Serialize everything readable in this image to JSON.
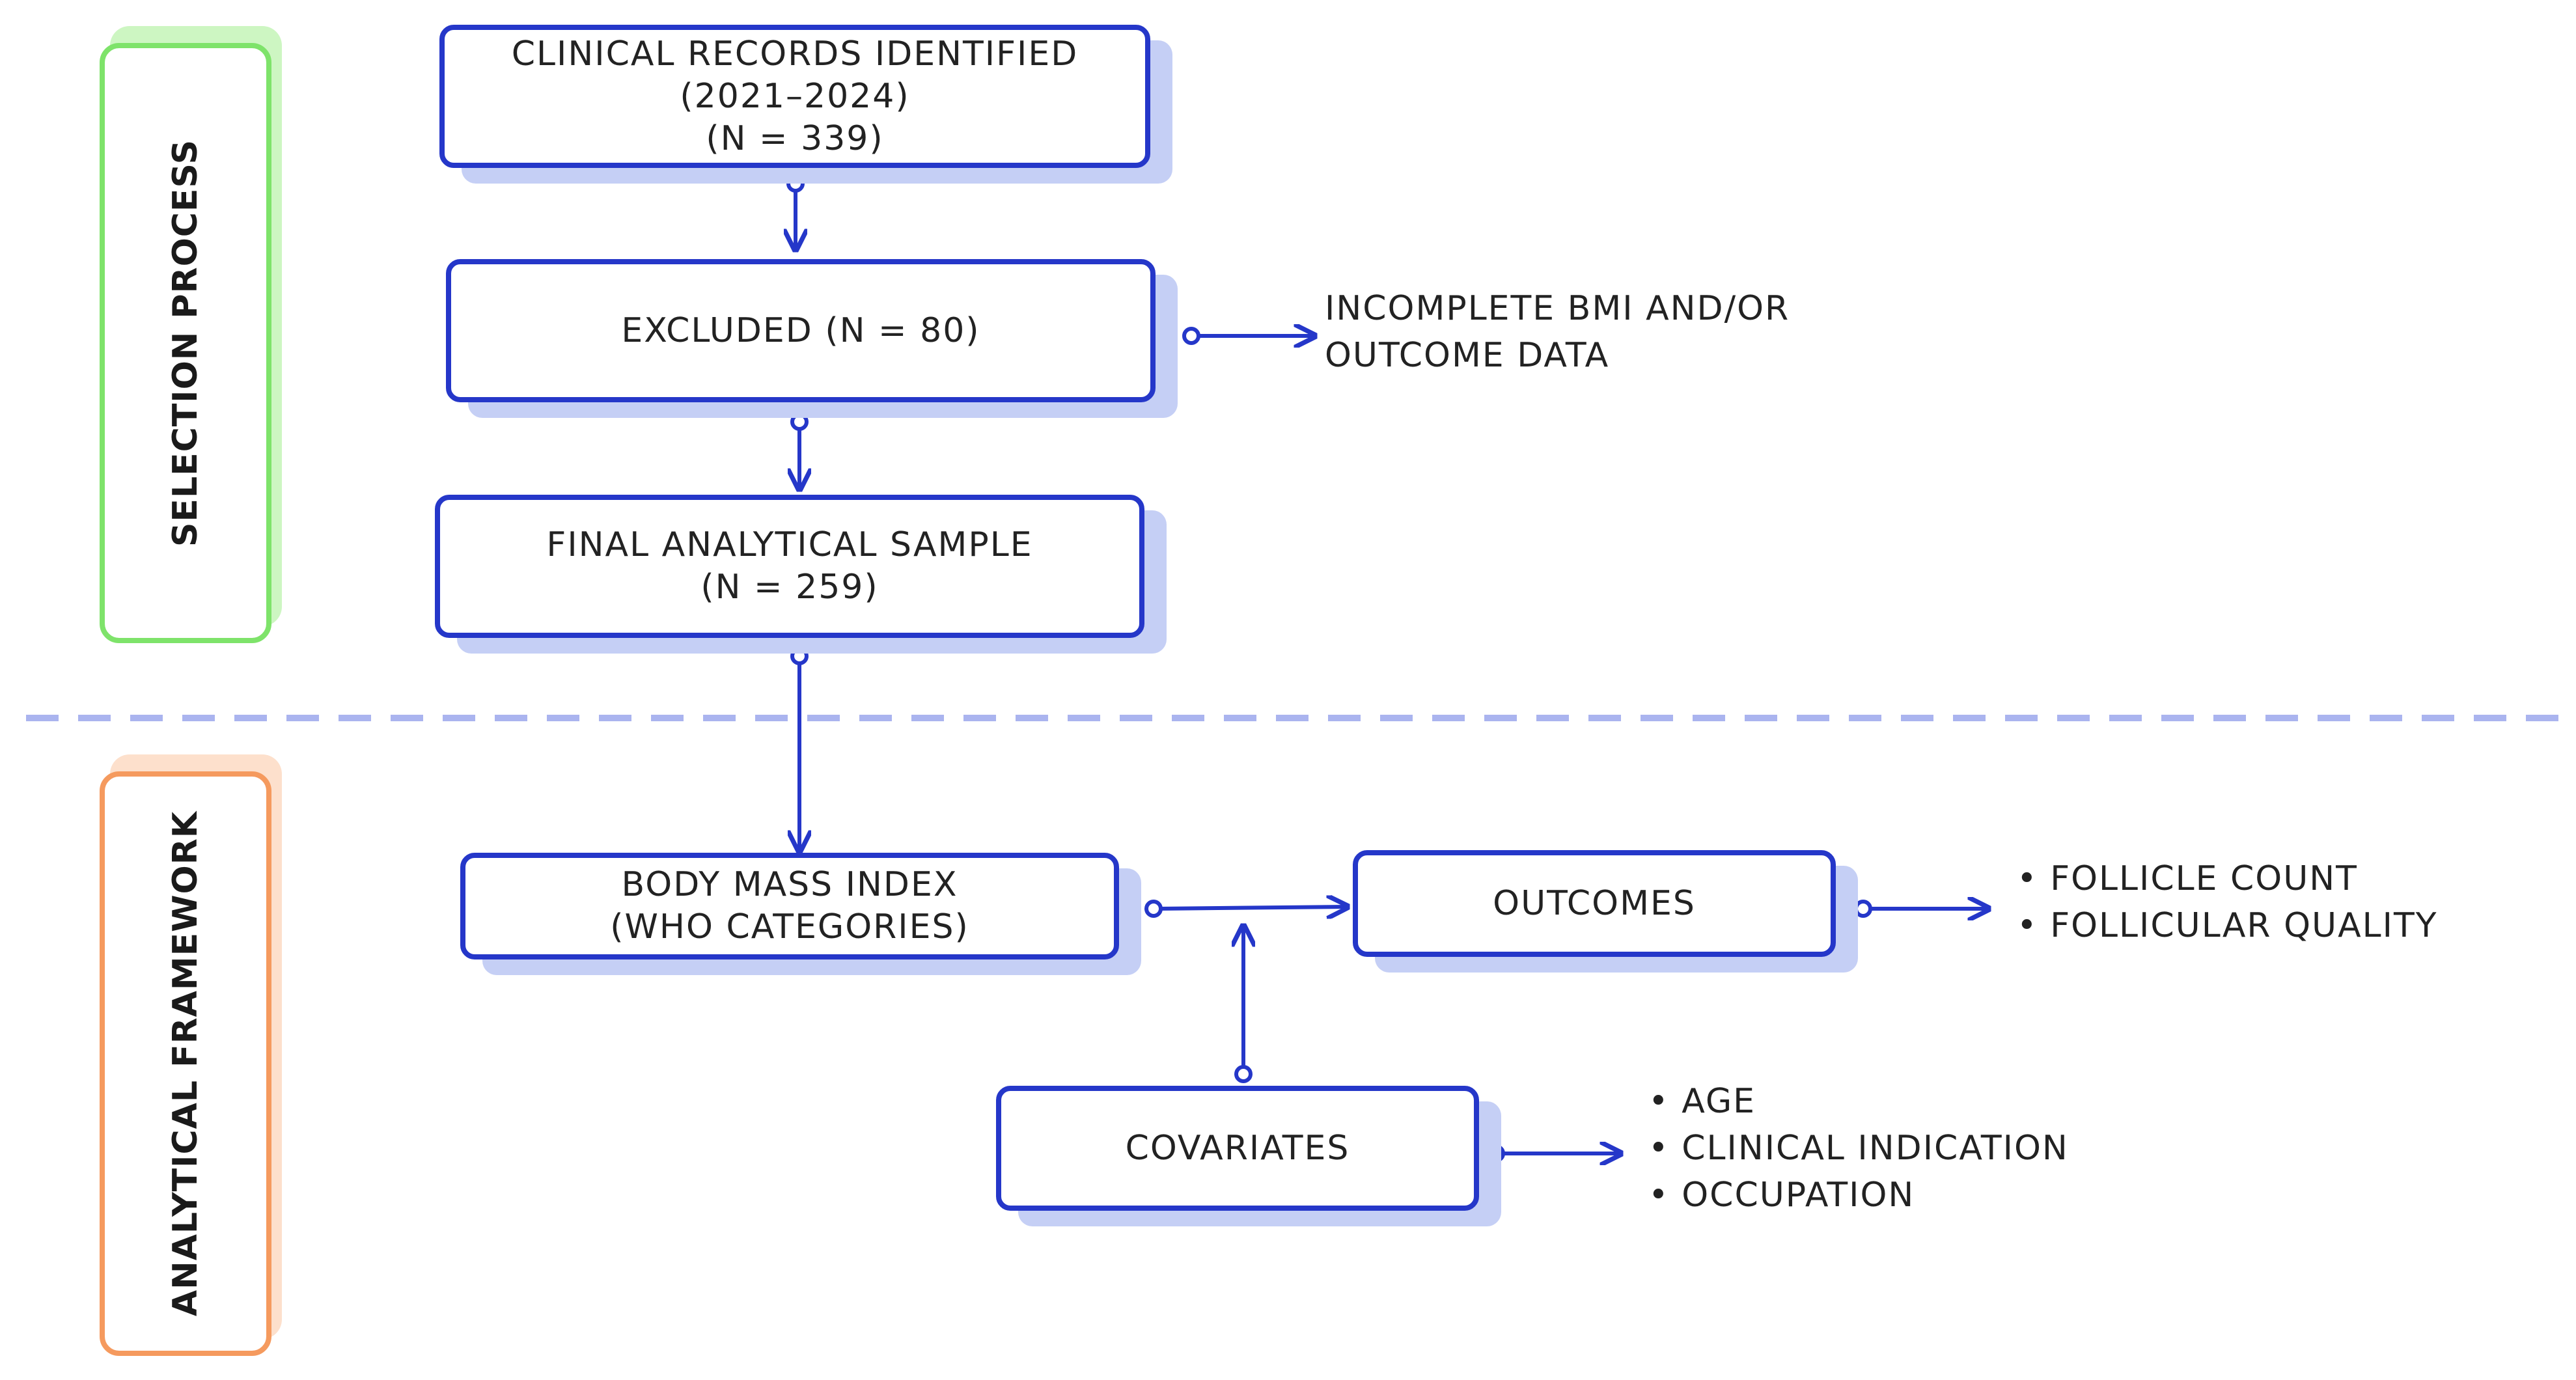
{
  "sections": {
    "selection": "SELECTION PROCESS",
    "analysis": "ANALYTICAL FRAMEWORK"
  },
  "boxes": {
    "records": [
      "CLINICAL RECORDS IDENTIFIED",
      "(2021–2024)",
      "(N = 339)"
    ],
    "excluded": "EXCLUDED (N = 80)",
    "final_sample": [
      "FINAL ANALYTICAL SAMPLE",
      "(N = 259)"
    ],
    "bmi": [
      "BODY MASS INDEX",
      "(WHO CATEGORIES)"
    ],
    "outcomes": "OUTCOMES",
    "covariates": "COVARIATES"
  },
  "notes": {
    "exclusion_reason": [
      "INCOMPLETE BMI AND/OR",
      "OUTCOME DATA"
    ],
    "outcomes_list": [
      "• FOLLICLE COUNT",
      "• FOLLICULAR QUALITY"
    ],
    "covariates_list": [
      "• AGE",
      "• CLINICAL INDICATION",
      "• OCCUPATION"
    ]
  },
  "colors": {
    "box_border": "#2537c9",
    "box_shadow": "#c5cff5",
    "arrow": "#2537c9",
    "divider": "#aab4ef",
    "selection_accent": "#7ee36a",
    "analysis_accent": "#f59a5e"
  }
}
